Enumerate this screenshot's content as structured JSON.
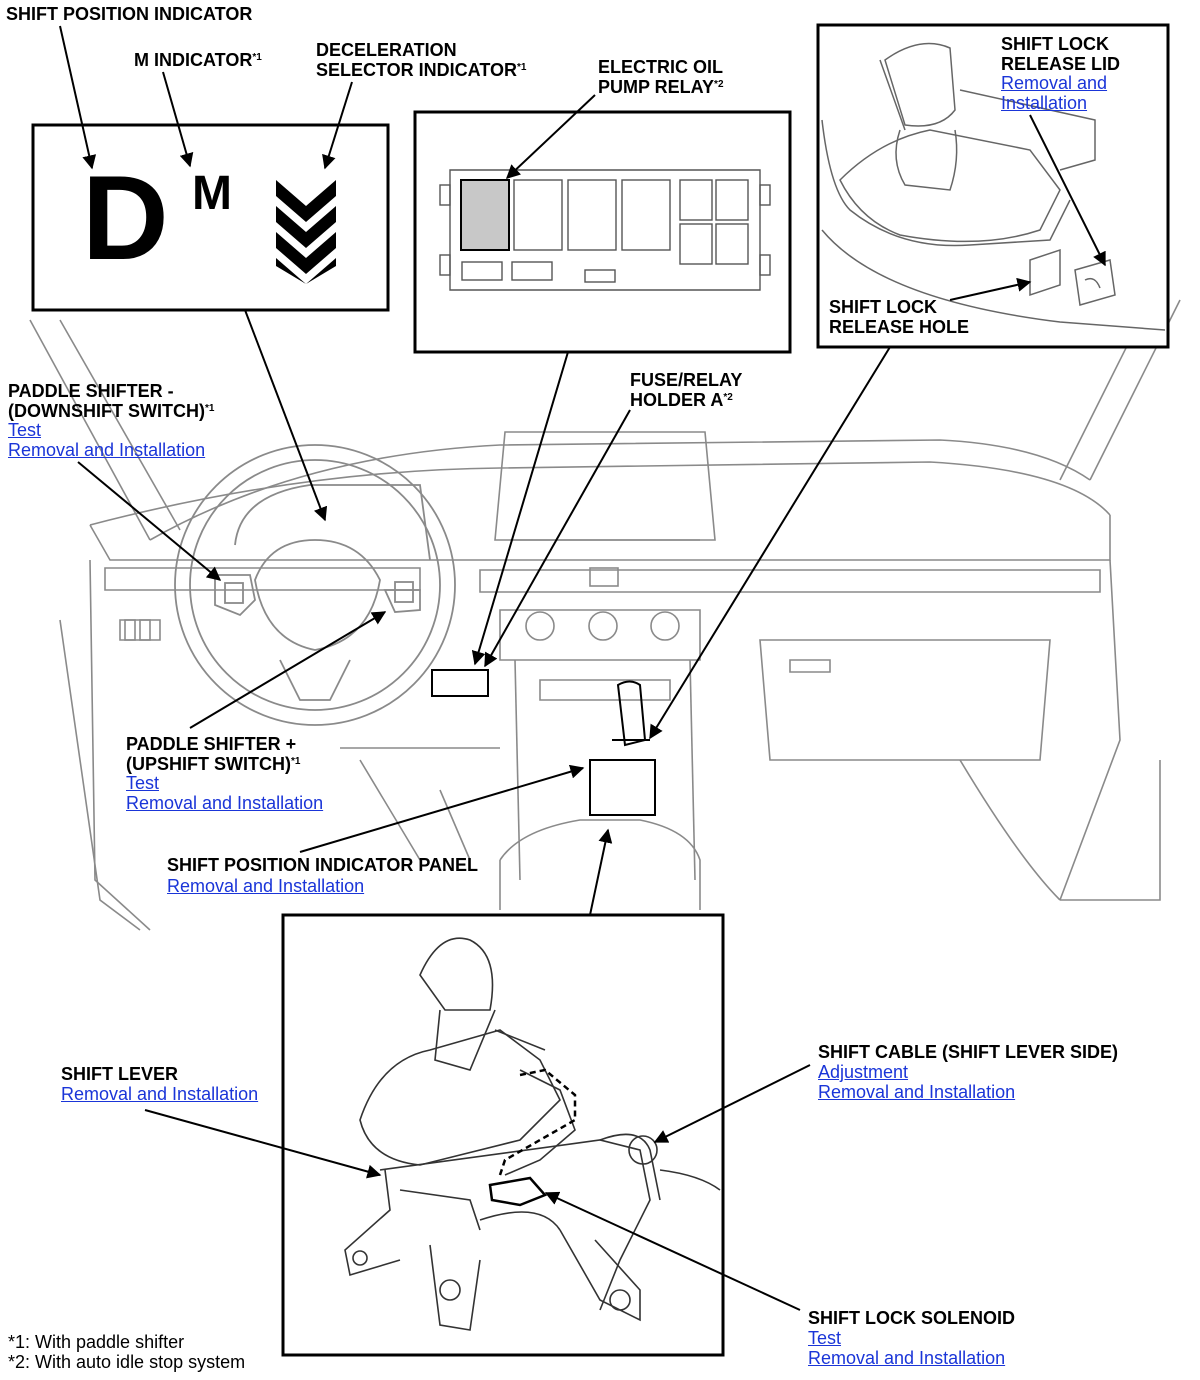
{
  "labels": {
    "shift_position_indicator": "SHIFT POSITION INDICATOR",
    "m_indicator": "M INDICATOR",
    "m_indicator_mark": "*1",
    "decel_line1": "DECELERATION",
    "decel_line2": "SELECTOR INDICATOR",
    "decel_mark": "*1",
    "oil_pump_line1": "ELECTRIC OIL",
    "oil_pump_line2": "PUMP RELAY",
    "oil_pump_mark": "*2",
    "shift_lock_lid_line1": "SHIFT LOCK",
    "shift_lock_lid_line2": "RELEASE LID",
    "shift_lock_hole_line1": "SHIFT LOCK",
    "shift_lock_hole_line2": "RELEASE HOLE",
    "fuse_line1": "FUSE/RELAY",
    "fuse_line2": "HOLDER A",
    "fuse_mark": "*2",
    "paddle_down_line1": "PADDLE SHIFTER -",
    "paddle_down_line2": "(DOWNSHIFT SWITCH)",
    "paddle_down_mark": "*1",
    "paddle_up_line1": "PADDLE SHIFTER +",
    "paddle_up_line2": "(UPSHIFT SWITCH)",
    "paddle_up_mark": "*1",
    "indicator_panel": "SHIFT POSITION INDICATOR PANEL",
    "shift_lever": "SHIFT LEVER",
    "shift_cable": "SHIFT CABLE (SHIFT LEVER SIDE)",
    "shift_lock_solenoid": "SHIFT LOCK SOLENOID"
  },
  "indicator_display": {
    "d": "D",
    "m": "M"
  },
  "links": {
    "lid_removal": "Removal and",
    "lid_installation": "Installation",
    "paddle_down_test": "Test",
    "paddle_down_removal": "Removal and Installation",
    "paddle_up_test": "Test",
    "paddle_up_removal": "Removal and Installation",
    "panel_removal": "Removal and Installation",
    "lever_removal": "Removal and Installation",
    "cable_adjustment": "Adjustment",
    "cable_removal": "Removal and Installation",
    "solenoid_test": "Test",
    "solenoid_removal": "Removal and Installation"
  },
  "footnotes": {
    "note1": "*1: With paddle shifter",
    "note2": "*2: With auto idle stop system"
  },
  "colors": {
    "link": "#1a35d8",
    "line": "#000000",
    "light_line": "#7a7a7a",
    "relay_fill": "#c8c8c8"
  }
}
